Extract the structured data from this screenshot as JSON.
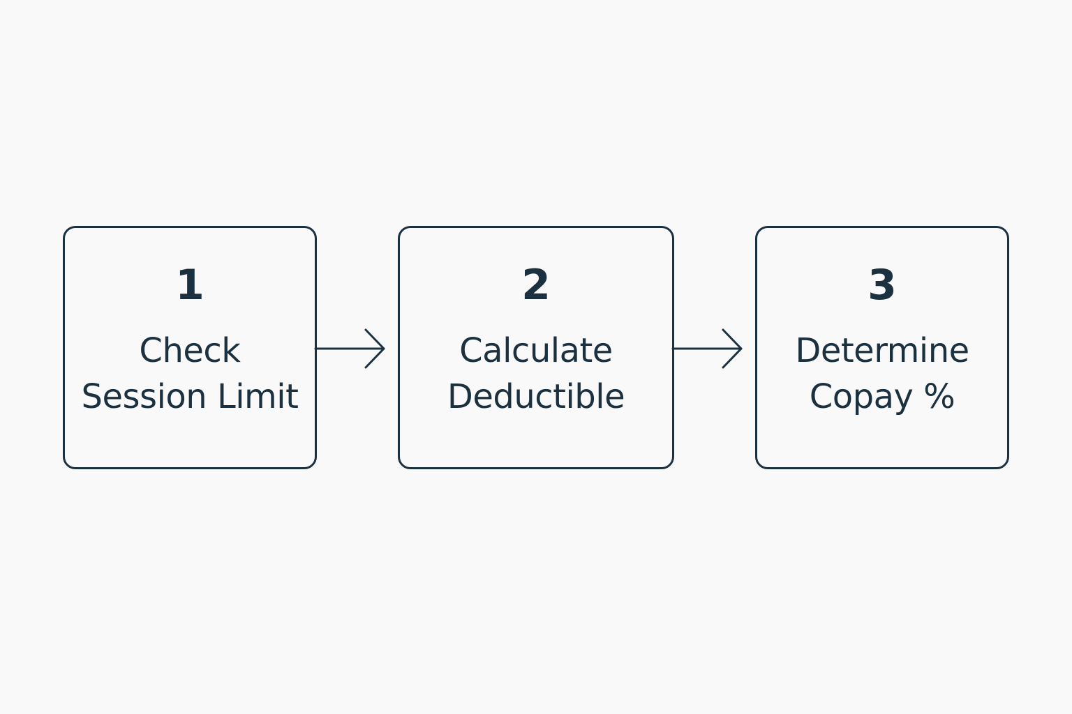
{
  "steps": [
    {
      "number": "1",
      "label": "Check\nSession Limit"
    },
    {
      "number": "2",
      "label": "Calculate\nDeductible"
    },
    {
      "number": "3",
      "label": "Determine\nCopay %"
    }
  ],
  "connectors": [
    {
      "from": "1",
      "to": "2",
      "icon": "arrow-right-icon"
    },
    {
      "from": "2",
      "to": "3",
      "icon": "arrow-right-icon"
    }
  ],
  "colors": {
    "background": "#f9f9f9",
    "stroke": "#1b3140",
    "text": "#1b3140"
  }
}
